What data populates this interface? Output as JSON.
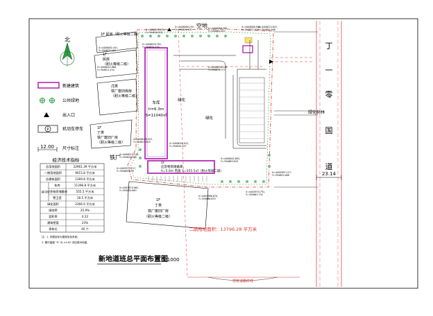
{
  "north": {
    "label": "北"
  },
  "legend": [
    {
      "key": "new",
      "label": "新建建筑"
    },
    {
      "key": "green",
      "label": "公共绿地"
    },
    {
      "key": "entrance",
      "label": "出入口"
    },
    {
      "key": "parking",
      "label": "机动车停车",
      "icon_text": "P"
    },
    {
      "key": "dim",
      "label": "尺寸标注",
      "sample": "12.00"
    }
  ],
  "tech_table": {
    "title": "经济技术指标",
    "rows": [
      [
        "总用地面积",
        "22961.39 平方米"
      ],
      [
        "一期用地面积",
        "9015.8 平方米"
      ],
      [
        "总建筑面积",
        "1369.8 平方米"
      ],
      [
        "车库",
        "11296.8 平方米"
      ],
      [
        "应急物资储备库",
        "555.5 平方米"
      ],
      [
        "警卫室",
        "18.5 平方米"
      ],
      [
        "绿化面积",
        "2366.6 平方米"
      ],
      [
        "绿地率",
        "25.9%"
      ],
      [
        "容积率",
        "0.22"
      ],
      [
        "建筑密度",
        "23%"
      ],
      [
        "停车位",
        "40 个"
      ]
    ],
    "side_label": "其中",
    "notes": [
      "注：1. 本图坐标为国家坐标系统。",
      "2. 图中高度 \"0\" 为 ±0.00 对应绝对标高。"
    ]
  },
  "site": {
    "top_label": "空地",
    "left_label": "铁厂",
    "road_name": "丁一零国道",
    "road_width": "23.14",
    "green_strip": "绿化树林",
    "phase2": "二期用地面积：13796.28 平方米",
    "bottom_note": "现有道路红线",
    "greening_1": "绿化",
    "greening_2": "绿化"
  },
  "buildings": [
    {
      "key": "minfang1",
      "lines": [
        "1F",
        "民房（耐火等级二级）"
      ]
    },
    {
      "key": "minfang2",
      "lines": [
        "1F",
        "民房",
        "（耐火等级二级）"
      ]
    },
    {
      "key": "tiechang1",
      "lines": [
        "戊类",
        "铁厂废旧库房",
        "（耐火等级二级）"
      ]
    },
    {
      "key": "garage",
      "lines": [
        "车库",
        "h=6.3m",
        "S=11040㎡"
      ]
    },
    {
      "key": "tiechang2",
      "lines": [
        "1F",
        "丁类",
        "铁厂废旧厂房",
        "（耐火等级二级）"
      ]
    },
    {
      "key": "warehouse",
      "lines": [
        "1F",
        "应急物资储备库",
        "h=5.0m  丙类  S=555.5㎡（耐火等级二级）"
      ]
    },
    {
      "key": "tiechang3",
      "lines": [
        "1F",
        "丁类",
        "铁厂废旧厂房",
        "（耐火等级二级）"
      ]
    }
  ],
  "coords": [
    "X=4406078.070, Y=394816.202",
    "X=4406068.255, Y=394841.327",
    "X=4406066.280, Y=394861.057",
    "X=4406068.906, Y=394877.304",
    "X=4406074.847, Y=394880.568",
    "X=4406062.441, Y=394825.184",
    "X=4406059.781, Y=394834.534",
    "X=4406042.668, Y=394821.210",
    "X=4406058.149, Y=394871.777",
    "X=4406028.523, Y=394827.825",
    "X=4406020.022, Y=394844.357",
    "X=4406015.276, Y=394820.565",
    "X=4406002.605, Y=394863.828",
    "X=4405975.117, Y=394809.078",
    "X=4405987.127, Y=394891.068",
    "X=4405970.062, Y=394824.663",
    "X=4405970.791, Y=394863.734",
    "X=4405966.870, Y=394866.853"
  ],
  "title": {
    "main": "新地道班总平面布置图",
    "scale": "1:1000"
  }
}
